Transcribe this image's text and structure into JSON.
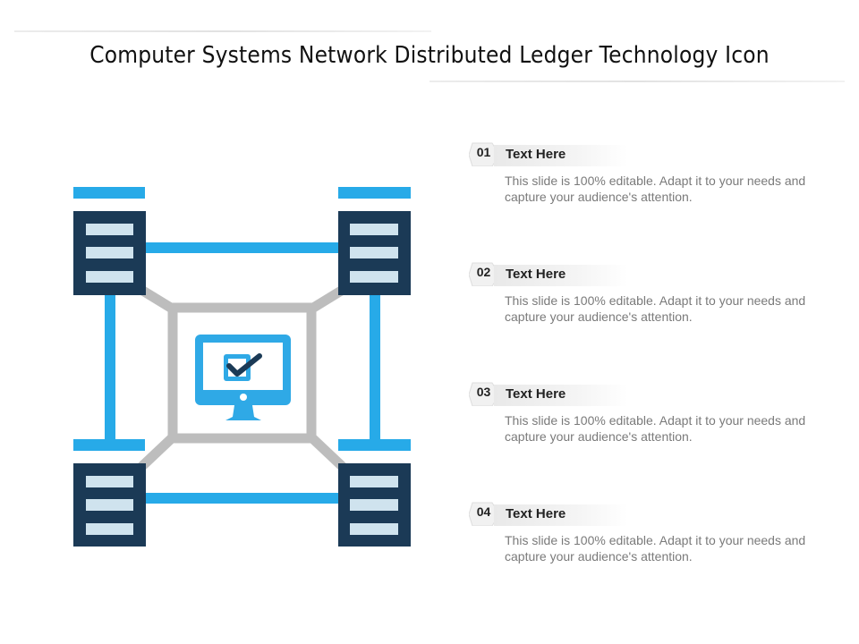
{
  "title": "Computer Systems Network  Distributed Ledger Technology Icon",
  "colors": {
    "server_body": "#1b3a56",
    "server_slot": "#cfe3ee",
    "link_blue": "#27aae8",
    "link_gray": "#bdbdbd",
    "monitor": "#2fa9e6",
    "check": "#1b3a56"
  },
  "diagram": {
    "icon": "network-servers-monitor-check",
    "nodes": [
      "server-top-left",
      "server-top-right",
      "server-bottom-left",
      "server-bottom-right"
    ],
    "center": "monitor-checkbox-icon"
  },
  "items": [
    {
      "number": "01",
      "heading": "Text Here",
      "description": "This slide is 100% editable. Adapt it to your needs and capture your audience's attention."
    },
    {
      "number": "02",
      "heading": "Text Here",
      "description": "This slide is 100% editable. Adapt it to your needs and capture your audience's attention."
    },
    {
      "number": "03",
      "heading": "Text Here",
      "description": "This slide is 100% editable. Adapt it to your needs and capture your audience's attention."
    },
    {
      "number": "04",
      "heading": "Text Here",
      "description": "This slide is 100% editable. Adapt it to your needs and capture your audience's attention."
    }
  ]
}
